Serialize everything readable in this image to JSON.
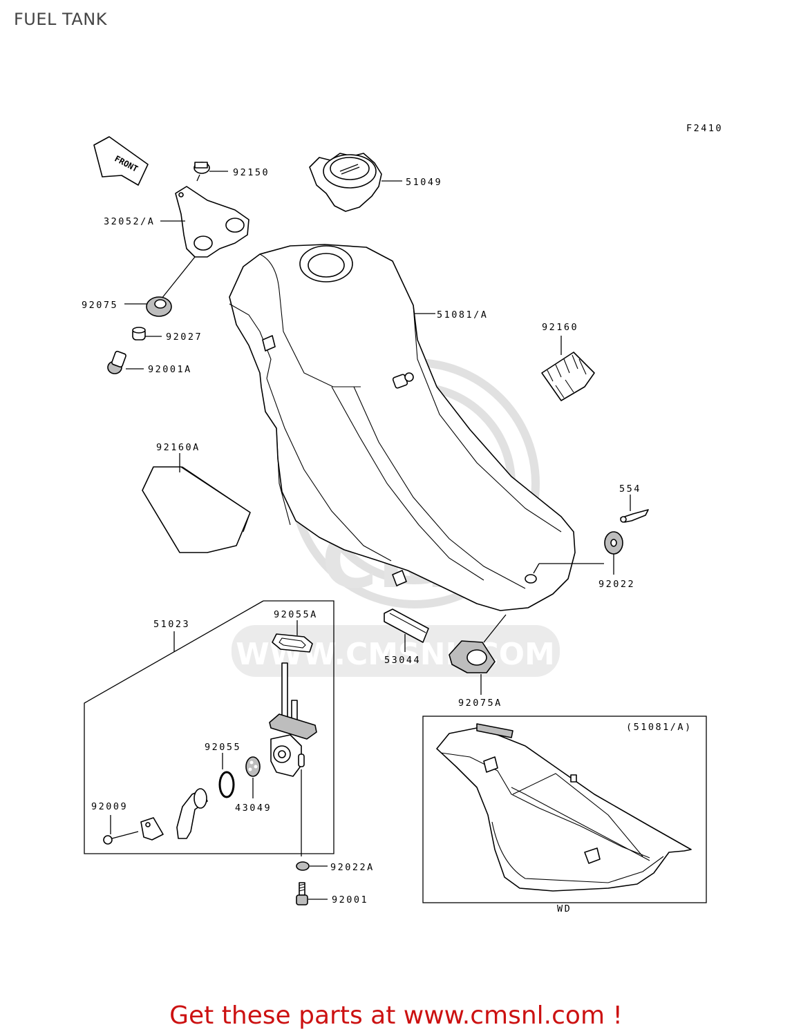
{
  "title": "FUEL TANK",
  "figure_code": "F2410",
  "front_label": "FRONT",
  "watermark": {
    "letters": "CMS",
    "url": "WWW.CMSNL.COM"
  },
  "parts": {
    "p92150": "92150",
    "p51049": "51049",
    "p32052A": "32052/A",
    "p92075": "92075",
    "p51081A": "51081/A",
    "p92160": "92160",
    "p92027": "92027",
    "p92001A": "92001A",
    "p92160A": "92160A",
    "p554": "554",
    "p92022": "92022",
    "p51023": "51023",
    "p92055A": "92055A",
    "p53044": "53044",
    "p92075A": "92075A",
    "p92055": "92055",
    "p43049": "43049",
    "p92009": "92009",
    "p92022A": "92022A",
    "p92001": "92001"
  },
  "inset": {
    "label": "(51081/A)",
    "caption": "WD"
  },
  "footer": "Get these parts at www.cmsnl.com !"
}
